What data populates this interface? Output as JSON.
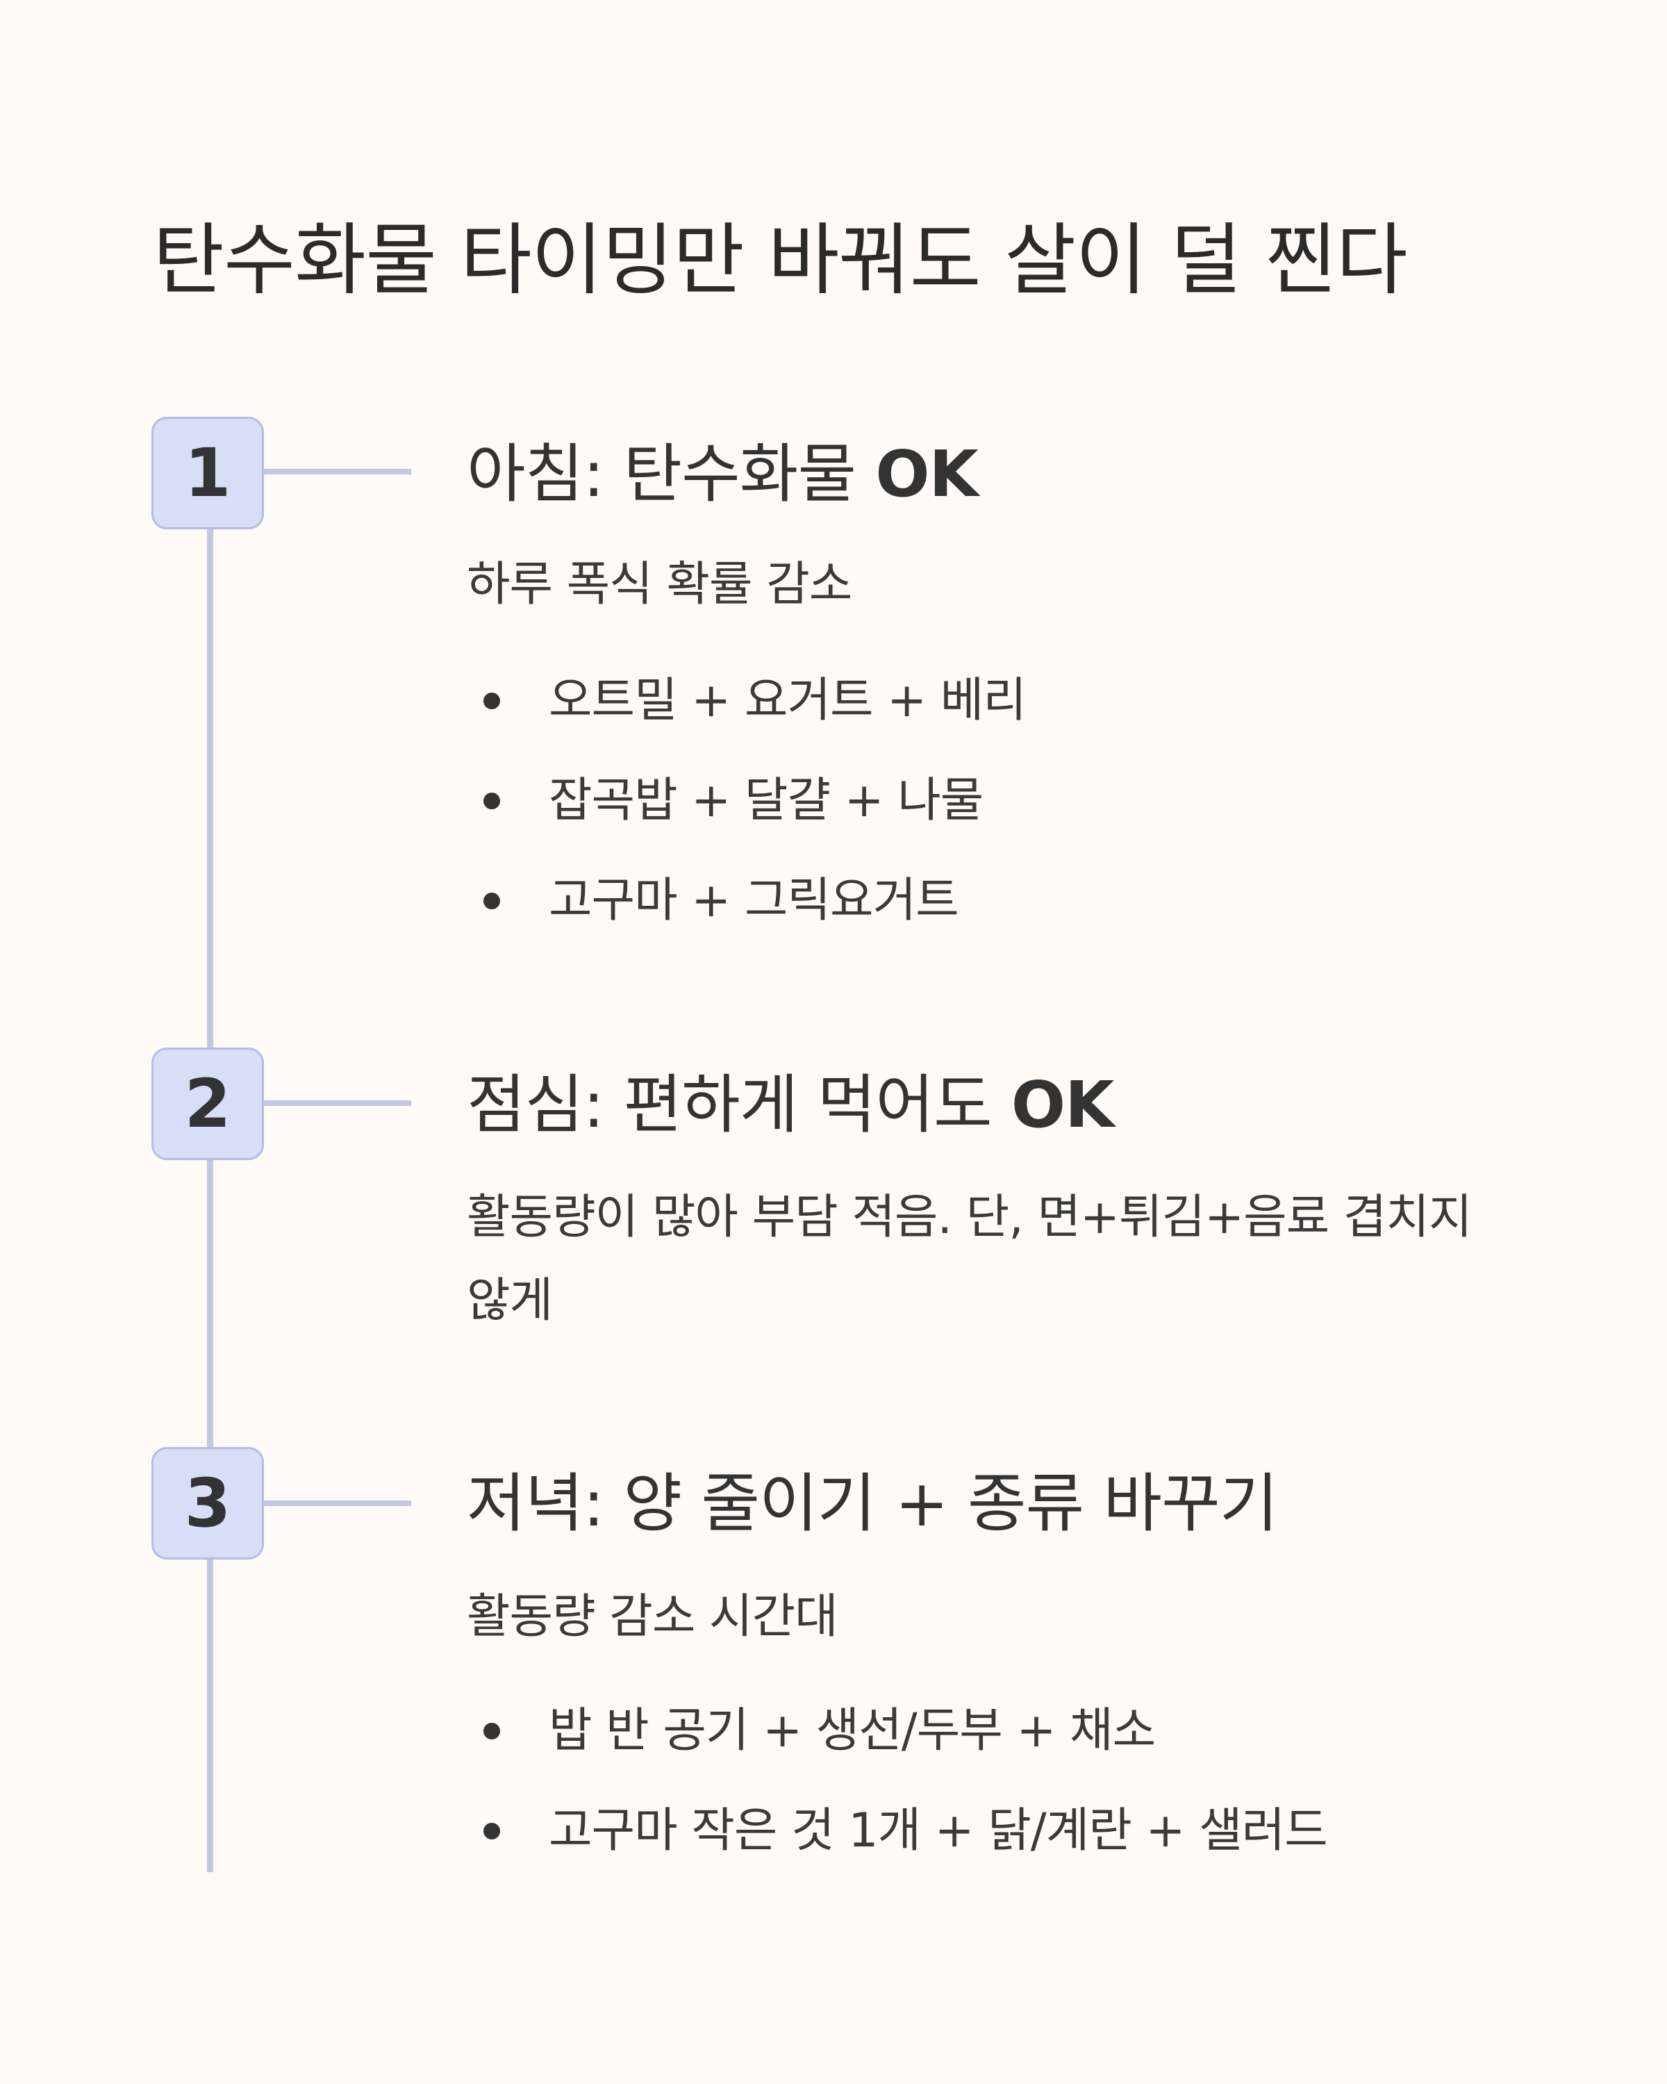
{
  "title": "탄수화물 타이밍만 바꿔도 살이 덜 찐다",
  "steps": [
    {
      "number": "1",
      "heading_text": "아침: 탄수화물 ",
      "heading_strong": "OK",
      "description": "하루 폭식 확률 감소",
      "items": [
        "오트밀 + 요거트 + 베리",
        "잡곡밥 + 달걀 + 나물",
        "고구마 + 그릭요거트"
      ]
    },
    {
      "number": "2",
      "heading_text": "점심: 편하게 먹어도 ",
      "heading_strong": "OK",
      "description": "활동량이 많아 부담 적음. 단, 면+튀김+음료 겹치지 않게"
    },
    {
      "number": "3",
      "heading_text": "저녁: 양 줄이기 + 종류 바꾸기",
      "description": "활동량 감소 시간대",
      "items": [
        "밥 반 공기 + 생선/두부 + 채소",
        "고구마 작은 것 1개 + 닭/계란 + 샐러드"
      ]
    }
  ]
}
